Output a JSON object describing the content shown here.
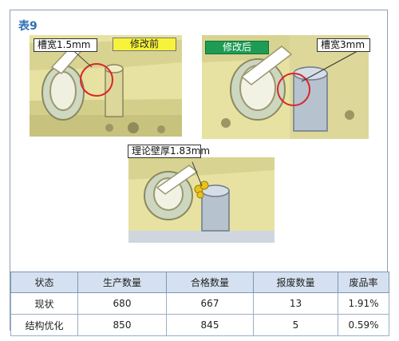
{
  "title": "表9",
  "labels": {
    "before": "修改前",
    "after": "修改后",
    "slot_width_before": "槽宽1.5mm",
    "slot_width_after": "槽宽3mm",
    "wall_thickness": "理论壁厚1.83mm"
  },
  "table": {
    "headers": [
      "状态",
      "生产数量",
      "合格数量",
      "报废数量",
      "废品率"
    ],
    "rows": [
      [
        "现状",
        "680",
        "667",
        "13",
        "1.91%"
      ],
      [
        "结构优化",
        "850",
        "845",
        "5",
        "0.59%"
      ]
    ]
  },
  "colors": {
    "title": "#2f6fb6",
    "before_tag": "#f7f33a",
    "after_tag": "#1e9b55",
    "header_bg": "#d5e1f0",
    "casting": "#e7e2a2",
    "circle": "#d9262a"
  }
}
